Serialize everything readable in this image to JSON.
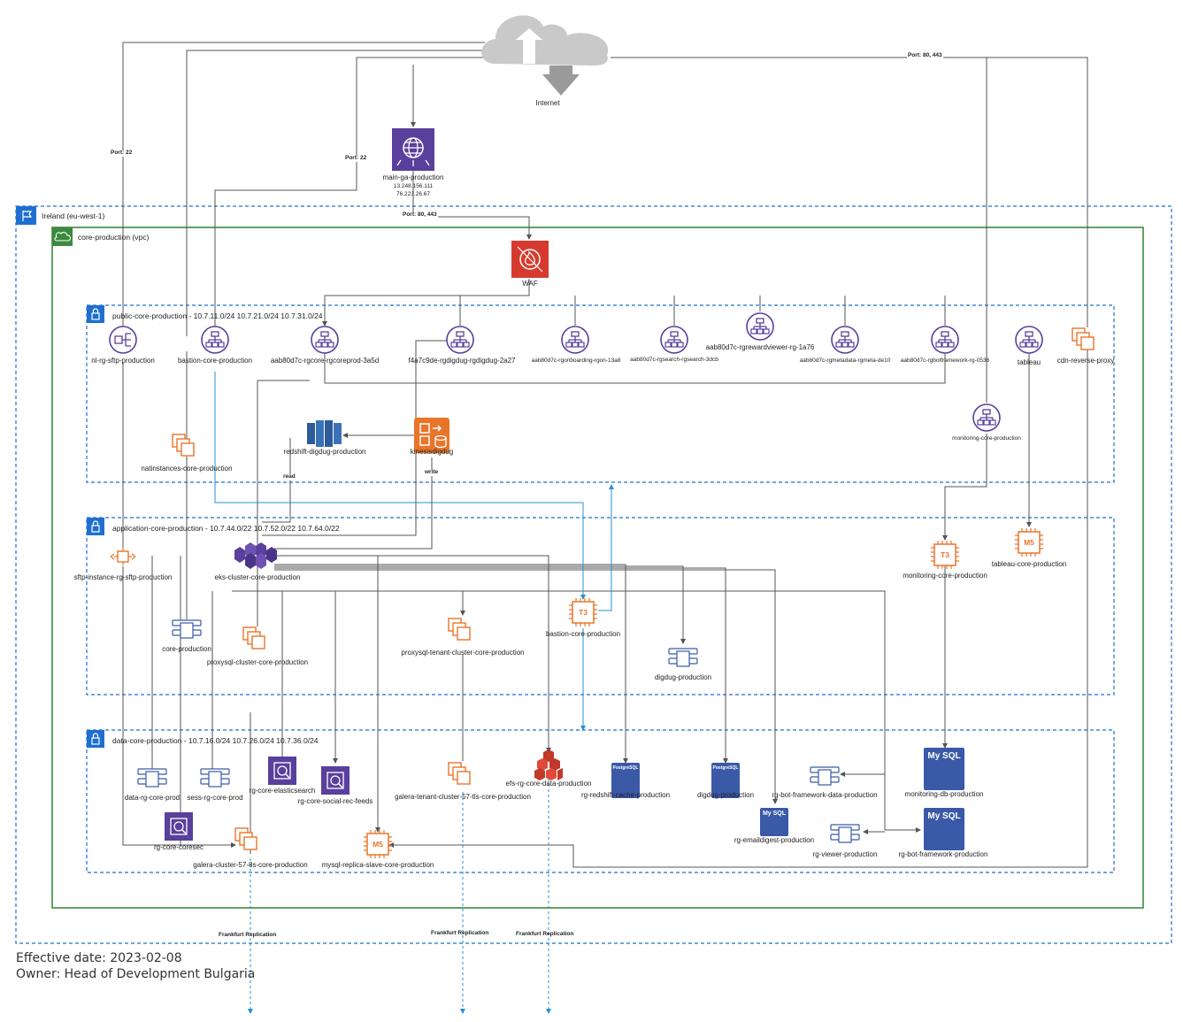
{
  "internet": {
    "label": "Internet"
  },
  "global_accelerator": {
    "name": "main-ga-production",
    "ip1": "13.248.156.111",
    "ip2": "76.223.26.67"
  },
  "ports": {
    "p22a": "Port: 22",
    "p22b": "Port: 22",
    "p80a": "Port: 80, 443",
    "p80b": "Port: 80, 443"
  },
  "region": {
    "label": "Ireland (eu-west-1)"
  },
  "vpc": {
    "label": "core-production (vpc)"
  },
  "waf": {
    "label": "WAF"
  },
  "subnets": {
    "public": "public-core-production - 10.7.11.0/24 10.7.21.0/24 10.7.31.0/24",
    "application": "application-core-production -  10.7.44.0/22 10.7.52.0/22 10.7.64.0/22",
    "data": "data-core-production - 10.7.16.0/24 10.7.26.0/24 10.7.36.0/24"
  },
  "public_nodes": {
    "nlb": "nl-rg-sftp-production",
    "bastion_lb": "bastion-core-production",
    "lb1": "aab80d7c-rgcore-rgcoreprod-3a5d",
    "lb2": "f4a7c9de-rgdigdug-rgdigdug-2a27",
    "lb3": "aab80d7c-rgonboarding-rgon-13a8",
    "lb4": "aab80d7c-rgsearch-rgsearch-3dcb",
    "lb5": "aab80d7c-rgrewardviewer-rg-1a76",
    "lb6": "aab80d7c-rgmetadata-rgmeta-de10",
    "lb7": "aab80d7c-rgbotframework-rg-0536",
    "tableau_lb": "tableau",
    "cdn": "cdn-reverse-proxy",
    "monitoring_lb": "monitoring-core-production",
    "nat": "natinstances-core-production",
    "redshift": "redshift-digdug-production",
    "kinesis": "kinesisdigdug",
    "read": "read",
    "write": "write"
  },
  "app_nodes": {
    "sftp": "sftp-instance-rg-sftp-production",
    "eks": "eks-cluster-core-production",
    "core_redis": "core-production",
    "proxysql": "proxysql-cluster-core-production",
    "proxysql_tenant": "proxysql-tenant-cluster-core-production",
    "bastion_ec2": "bastion-core-production",
    "bastion_type": "T3",
    "digdug": "digdug-production",
    "monitoring_ec2": "monitoring-core-production",
    "monitoring_type": "T3",
    "tableau_ec2": "tableau-core-production",
    "tableau_type": "M5"
  },
  "data_nodes": {
    "data_rg": "data-rg-core-prod",
    "sess": "sess-rg-core-prod",
    "es": "rg-core-elasticsearch",
    "social": "rg-core-social-rec-feeds",
    "coresec": "rg-core-coresec",
    "galera57": "galera-cluster-57-8s-core-production",
    "mysql_replica": "mysql-replica-slave-core-production",
    "mysql_type": "M5",
    "galera_tenant": "galera-tenant-cluster-57-tls-core-production",
    "efs": "efs-rg-core-data-production",
    "pg_cache": "rg-redshift-cache-production",
    "pg_digdug": "digdug-production",
    "postgres_text": "PostgreSQL",
    "mysql_text": "My SQL",
    "emaildigest": "rg-emaildigest-production",
    "botdata": "rg-bot-framework-data-production",
    "viewer": "rg-viewer-production",
    "monitoring_db": "monitoring-db-production",
    "bot_prod": "rg-bot-framework-production"
  },
  "replication": {
    "r1": "Frankfurt Replication",
    "r2": "Frankfurt Replication",
    "r3": "Frankfurt Replication"
  },
  "footer": {
    "effective": "Effective date: 2023-02-08",
    "owner": "Owner: Head of Development Bulgaria"
  },
  "colors": {
    "region": "#1f6fd1",
    "vpc": "#3b8a3e",
    "subnet": "#1f6fd1",
    "lb": "#5a3f9c",
    "ec2": "#e8752a",
    "waf": "#d63a2f",
    "db": "#3a5aa8",
    "line": "#555555"
  }
}
